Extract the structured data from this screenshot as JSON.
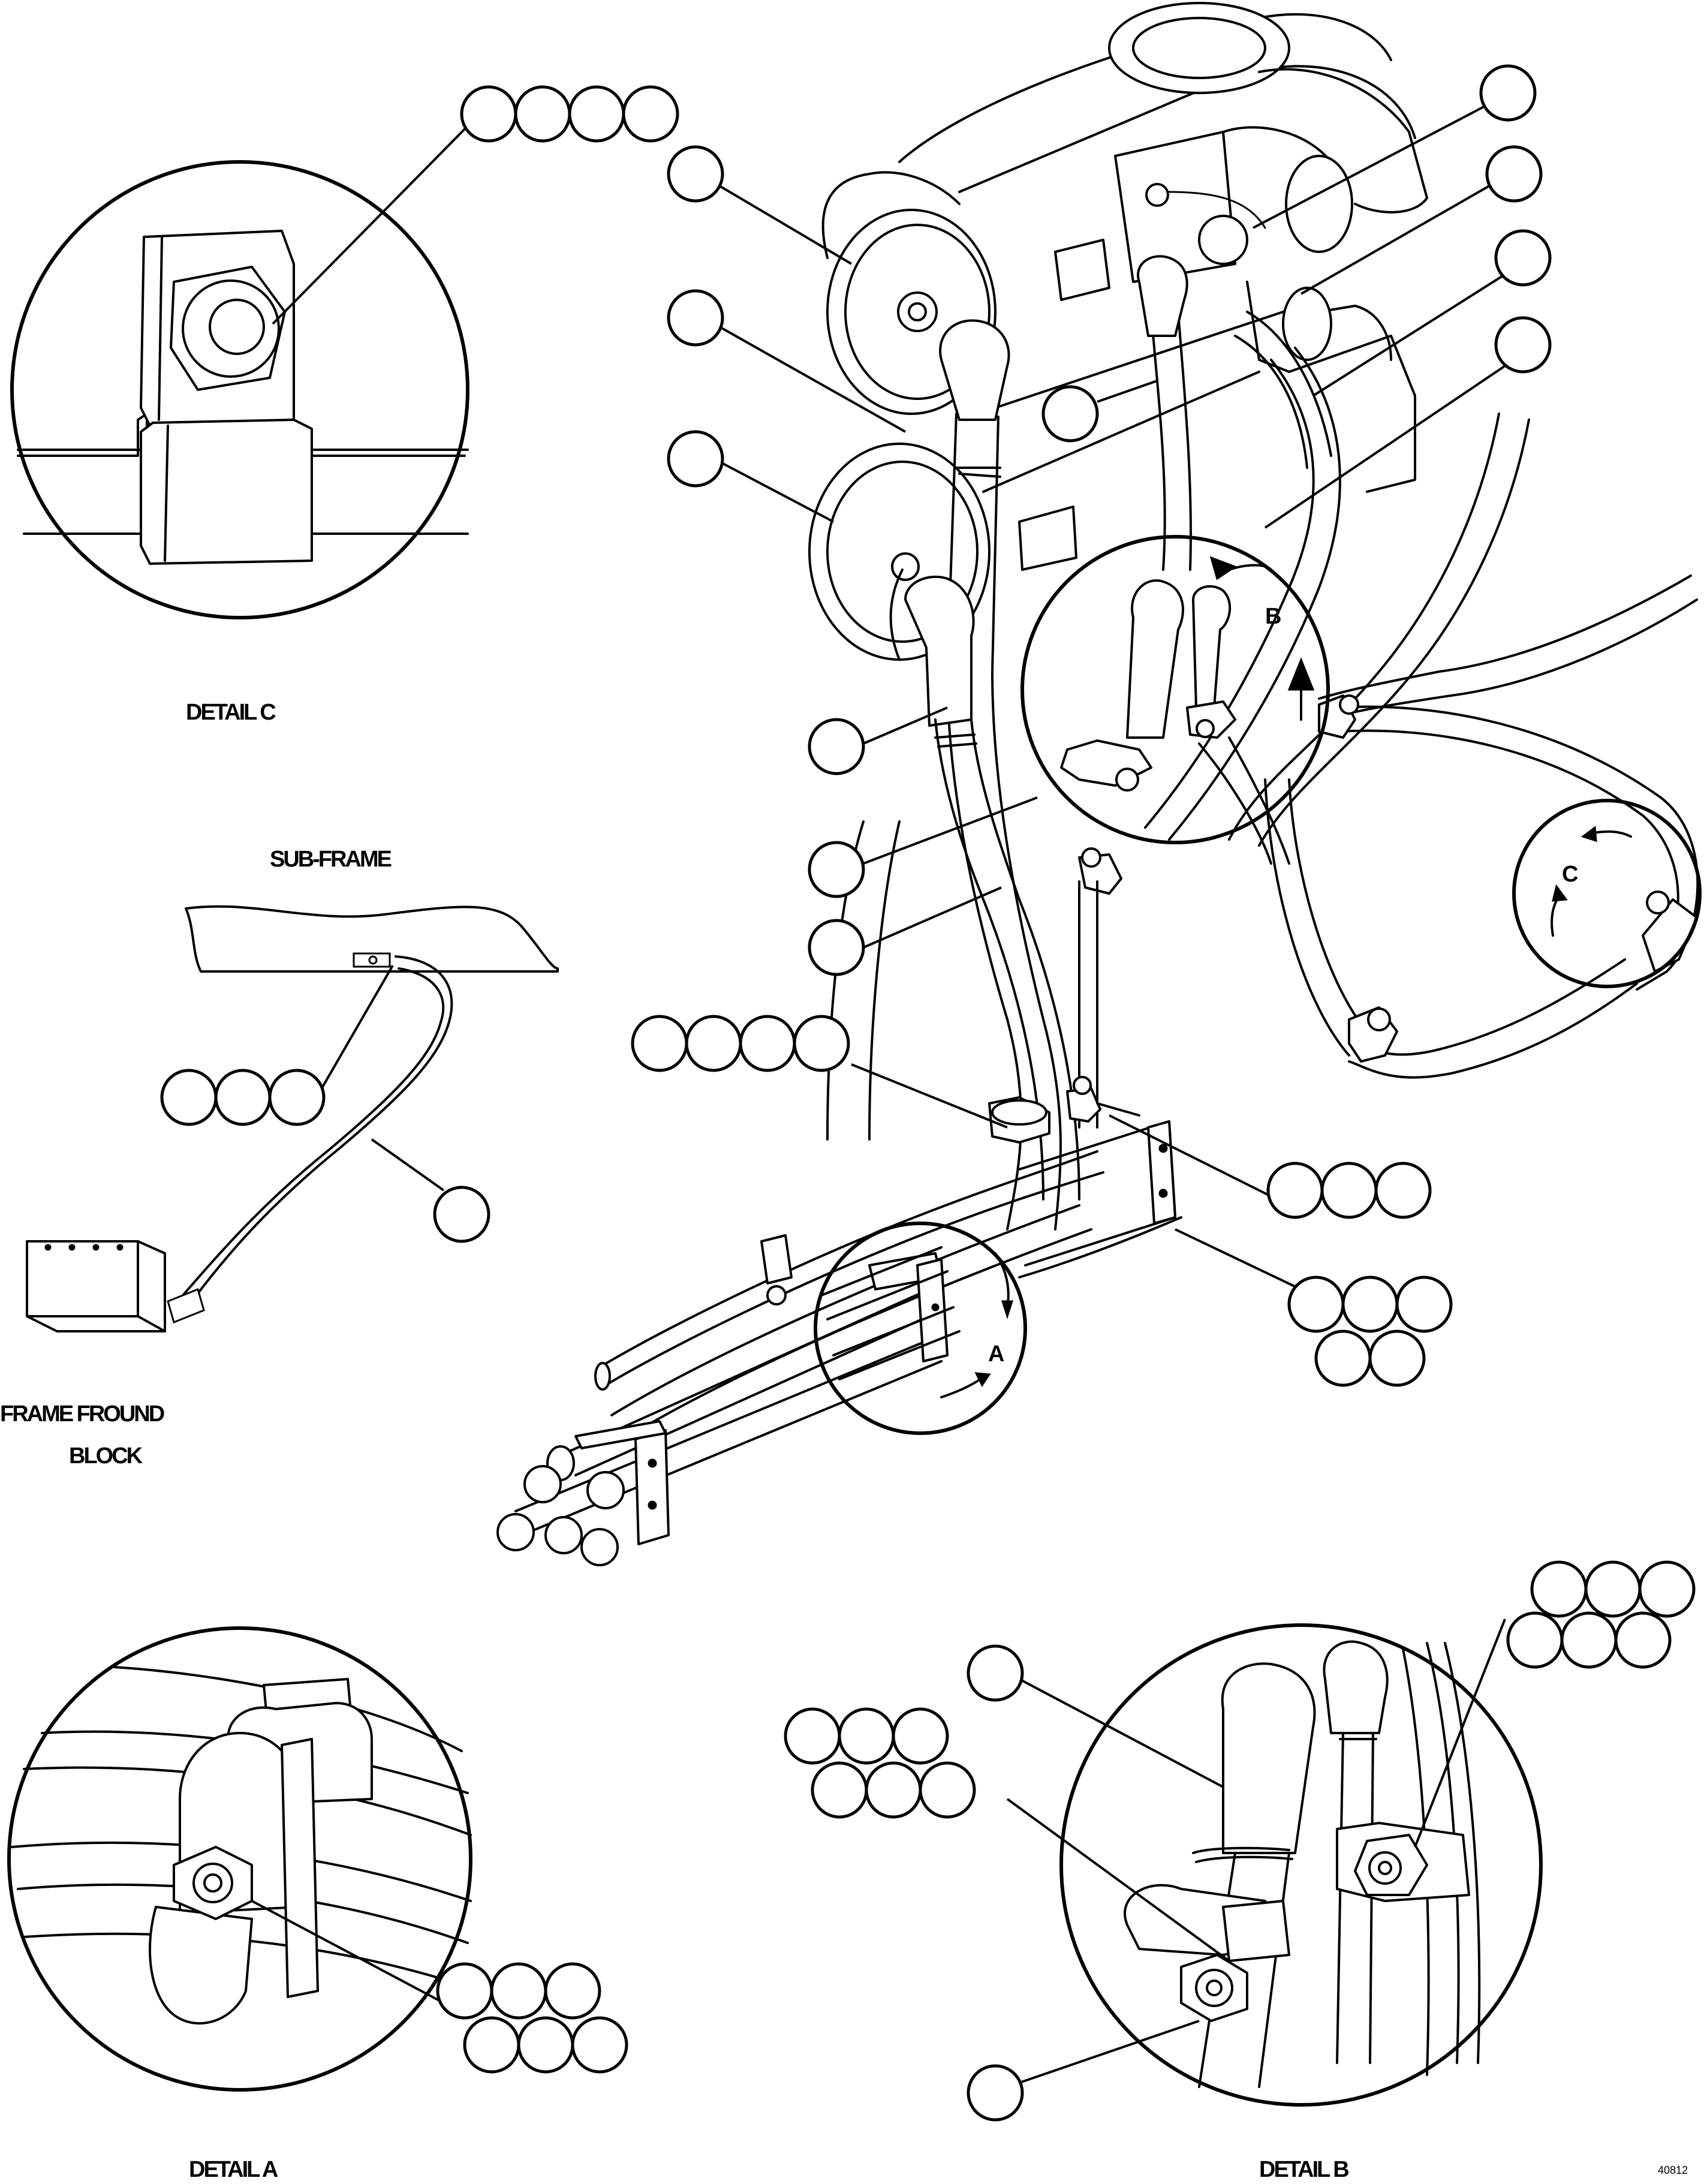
{
  "labels": {
    "detail_c": "DETAIL C",
    "sub_frame": "SUB-FRAME",
    "frame_ground": "FRAME FROUND",
    "block": "BLOCK",
    "detail_a": "DETAIL A",
    "detail_b": "DETAIL B",
    "ref_a": "A",
    "ref_b": "B",
    "ref_c": "C",
    "figure_number": "40812"
  },
  "colors": {
    "line": "#000000",
    "paper": "#ffffff"
  }
}
